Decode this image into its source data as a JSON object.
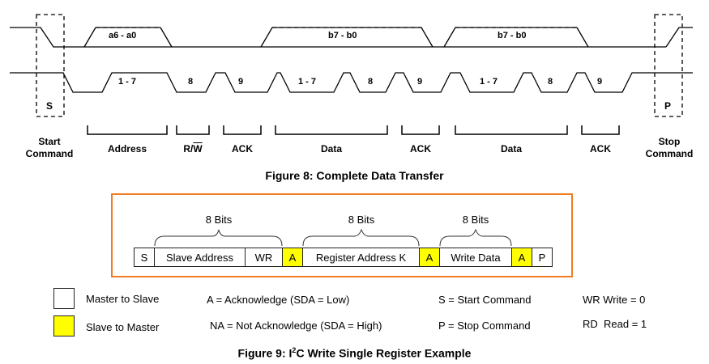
{
  "fig8": {
    "sda_labels": [
      "a6 - a0",
      "b7 - b0",
      "b7 - b0"
    ],
    "scl_labels": [
      "1 - 7",
      "8",
      "9",
      "1 - 7",
      "8",
      "9",
      "1 - 7",
      "8",
      "9"
    ],
    "start_symbol": "S",
    "stop_symbol": "P",
    "start_label_1": "Start",
    "start_label_2": "Command",
    "stop_label_1": "Stop",
    "stop_label_2": "Command",
    "phases": [
      "Address",
      "R/W",
      "ACK",
      "Data",
      "ACK",
      "Data",
      "ACK"
    ],
    "rw_r": "R/",
    "rw_w": "W",
    "caption": "Figure 8: Complete Data Transfer"
  },
  "fig9": {
    "bits_labels": [
      "8 Bits",
      "8 Bits",
      "8 Bits"
    ],
    "cells": [
      "S",
      "Slave Address",
      "WR",
      "A",
      "Register Address K",
      "A",
      "Write Data",
      "A",
      "P"
    ],
    "caption_pre": "Figure 9: I",
    "caption_sup": "2",
    "caption_post": "C Write Single Register Example",
    "border_color": "#ef7b22",
    "ack_color": "#ffff00"
  },
  "legend": {
    "master_to_slave": "Master to Slave",
    "slave_to_master": "Slave to Master",
    "ack_def": "A = Acknowledge (SDA = Low)",
    "nack_def": "NA = Not Acknowledge (SDA = High)",
    "start_def": "S = Start Command",
    "stop_def": "P = Stop Command",
    "wr_def": "WR Write = 0",
    "rd_def": "RD  Read = 1"
  }
}
